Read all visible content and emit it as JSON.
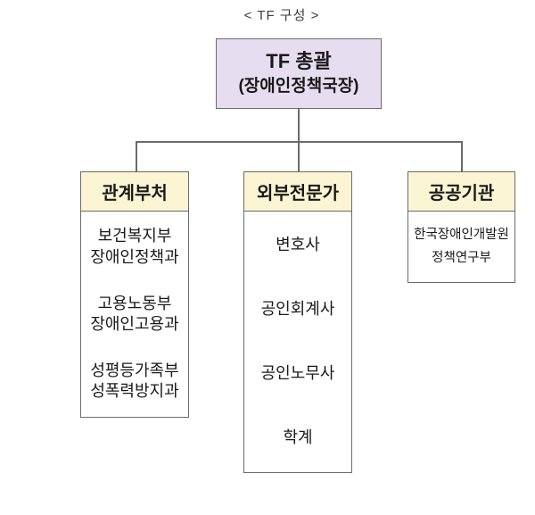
{
  "page_title": "< TF 구성 >",
  "chart": {
    "root": {
      "title": "TF 총괄",
      "subtitle": "(장애인정책국장)"
    },
    "columns": [
      {
        "header": "관계부처",
        "items": [
          "보건복지부\n장애인정책과",
          "고용노동부\n장애인고용과",
          "성평등가족부\n성폭력방지과"
        ]
      },
      {
        "header": "외부전문가",
        "items": [
          "변호사",
          "공인회계사",
          "공인노무사",
          "학계"
        ]
      },
      {
        "header": "공공기관",
        "items": [
          "한국장애인개발원\n정책연구부"
        ]
      }
    ]
  },
  "colors": {
    "root_fill": "#e6def0",
    "header_fill": "#fbf5d3",
    "border": "#6b6b6b",
    "text": "#1a1a1a",
    "title_color": "#3c3c3c",
    "background": "#ffffff"
  }
}
